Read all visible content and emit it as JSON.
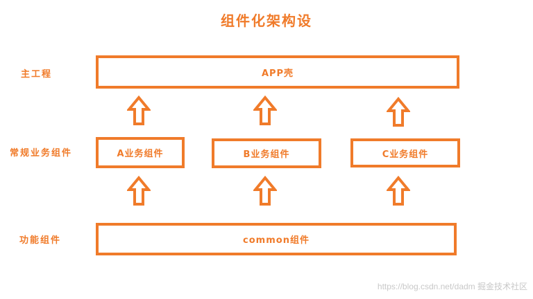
{
  "title": "组件化架构设",
  "colors": {
    "accent": "#f07b2a"
  },
  "rows": {
    "main_project": "主工程",
    "business_components": "常规业务组件",
    "function_components": "功能组件"
  },
  "boxes": {
    "app_shell": "APP壳",
    "component_a": "A业务组件",
    "component_b": "B业务组件",
    "component_c": "C业务组件",
    "common": "common组件"
  },
  "arrows": {
    "icon": "up-arrow-icon"
  },
  "watermark": "https://blog.csdn.net/dadm 掘金技术社区"
}
